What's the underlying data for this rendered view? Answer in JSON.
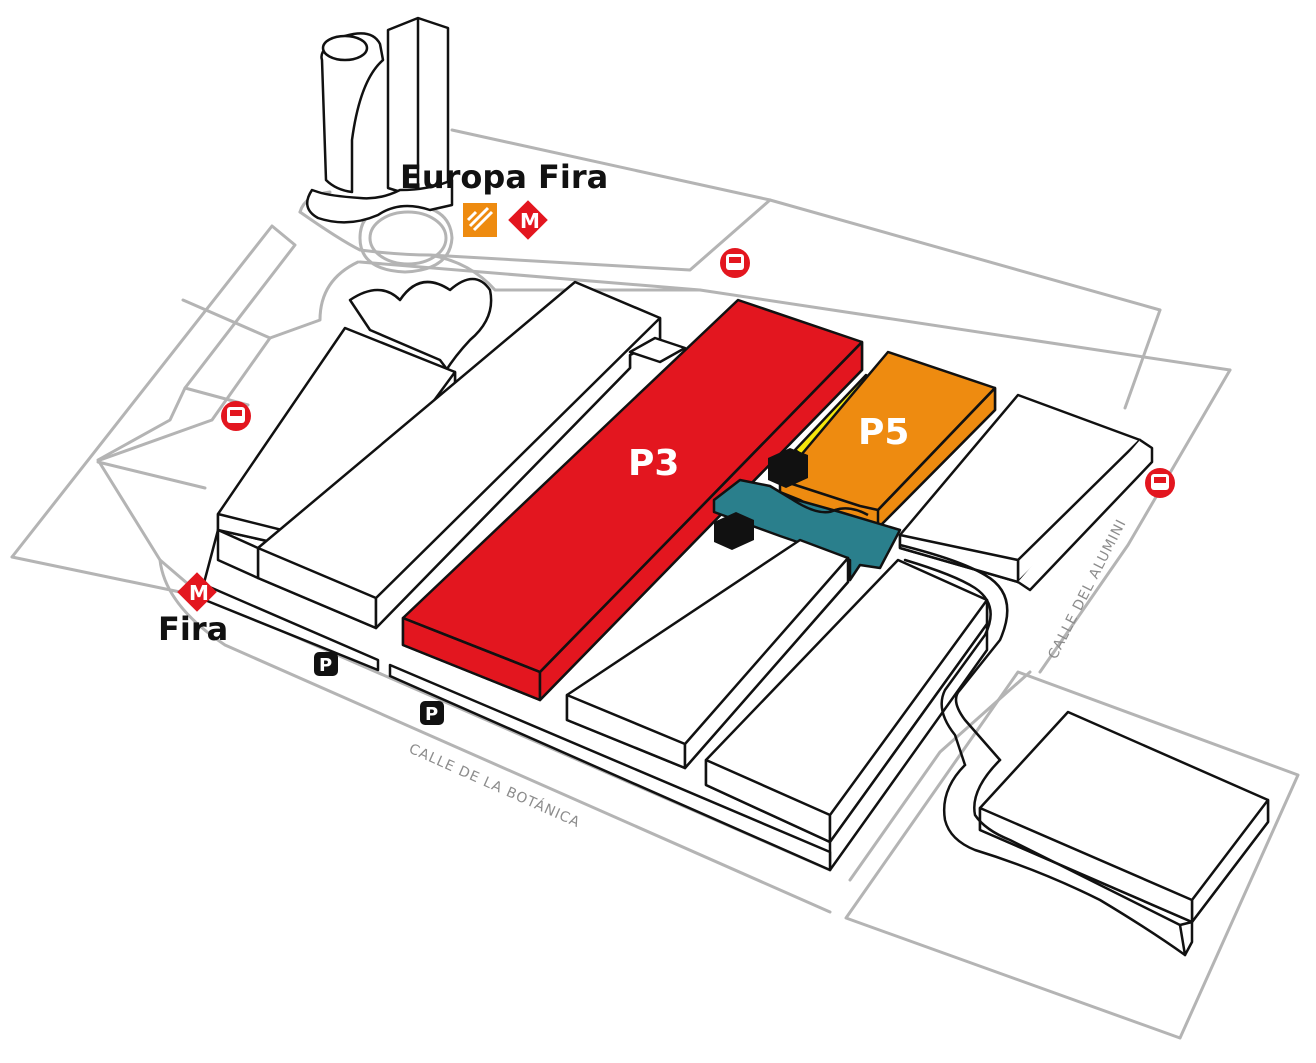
{
  "map": {
    "stations": {
      "europa_fira": "Europa Fira",
      "fira": "Fira"
    },
    "halls": {
      "p3": "P3",
      "p5": "P5"
    },
    "streets": {
      "botanica": "CALLE DE LA BOTÁNICA",
      "alumini": "CALLE DEL ALUMINI"
    },
    "icons": {
      "metro_letter": "M",
      "parking_letter": "P"
    },
    "colors": {
      "hall_p3": "#e3161f",
      "hall_p5": "#ee8b10",
      "connector": "#2a7f8c",
      "metro_red": "#e3161f",
      "rail_orange": "#ee8b10",
      "bus_red": "#e3161f",
      "corridor_yellow": "#f4e60c"
    }
  }
}
